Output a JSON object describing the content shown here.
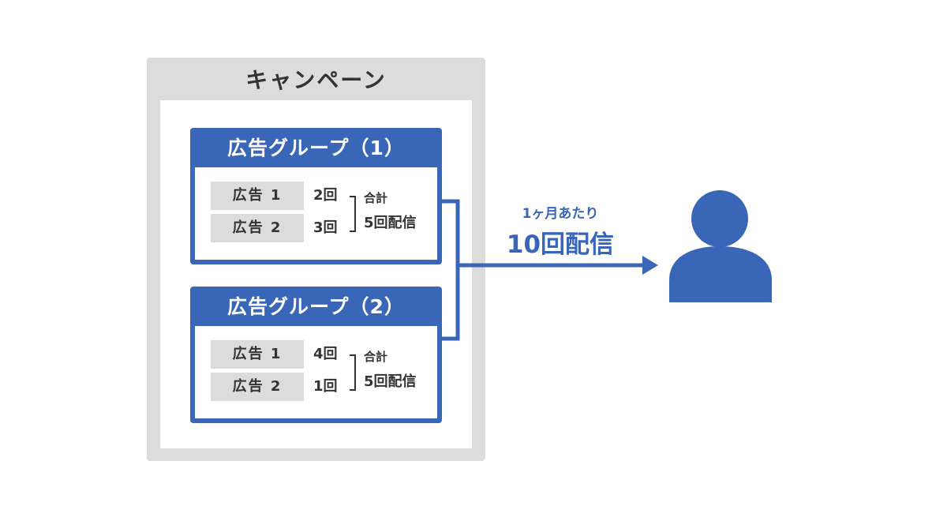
{
  "campaign": {
    "title": "キャンペーン"
  },
  "groups": [
    {
      "title": "広告グループ（1）",
      "ads": [
        {
          "label": "広告 1",
          "count": "2回"
        },
        {
          "label": "広告 2",
          "count": "3回"
        }
      ],
      "total_label": "合計",
      "total_value": "5回配信"
    },
    {
      "title": "広告グループ（2）",
      "ads": [
        {
          "label": "広告 1",
          "count": "4回"
        },
        {
          "label": "広告 2",
          "count": "1回"
        }
      ],
      "total_label": "合計",
      "total_value": "5回配信"
    }
  ],
  "delivery": {
    "per_month": "1ヶ月あたり",
    "count": "10回配信"
  },
  "colors": {
    "accent": "#3a66b8",
    "panel": "#dcdcdc",
    "text": "#333333"
  },
  "icons": {
    "user": "user-icon",
    "arrow": "arrow-right-icon"
  }
}
